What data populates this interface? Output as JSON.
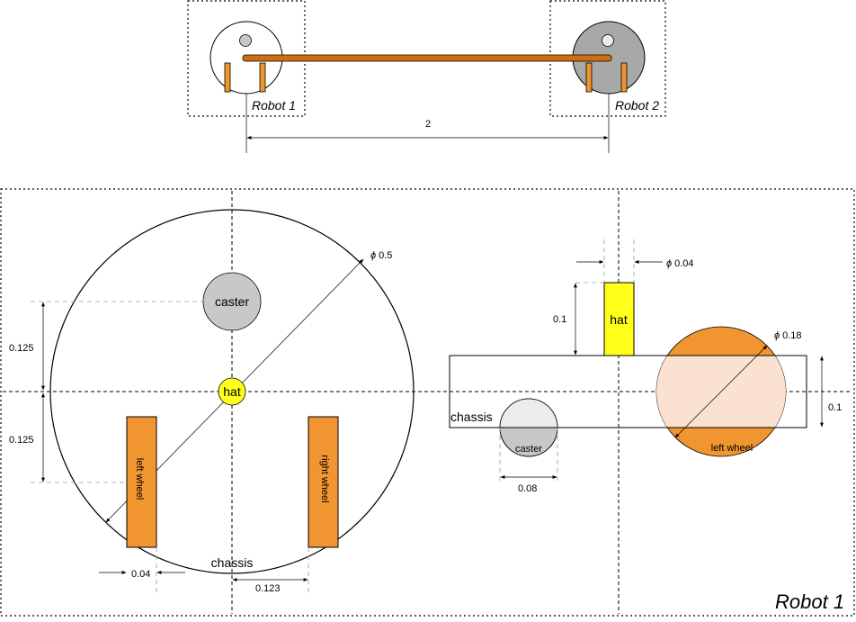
{
  "top": {
    "robot1_label": "Robot 1",
    "robot2_label": "Robot 2",
    "distance_label": "2"
  },
  "top_view": {
    "caster_label": "caster",
    "hat_label": "hat",
    "left_wheel_label": "left wheel",
    "right_wheel_label": "right wheel",
    "chassis_label": "chassis",
    "diameter_label": "0.5",
    "offset_top_label": "0.125",
    "offset_bottom_label": "0.125",
    "wheel_width_label": "0.04",
    "wheel_gap_label": "0.123"
  },
  "side_view": {
    "hat_label": "hat",
    "hat_height_label": "0.1",
    "hat_diameter_label": "0.04",
    "chassis_label": "chassis",
    "chassis_height_label": "0.1",
    "wheel_label": "left wheel",
    "wheel_diameter_label": "0.18",
    "caster_label": "caster",
    "caster_width_label": "0.08"
  },
  "frame_label": "Robot 1",
  "diameter_symbol": "ϕ",
  "colors": {
    "wheel": "#f0952f",
    "wheel_light": "#fbe2d0",
    "hat": "#ffff1a",
    "caster": "#c8c8c8",
    "caster_light": "#ececec",
    "robot2_body": "#a8a8a8",
    "bar": "#cf6f10"
  }
}
